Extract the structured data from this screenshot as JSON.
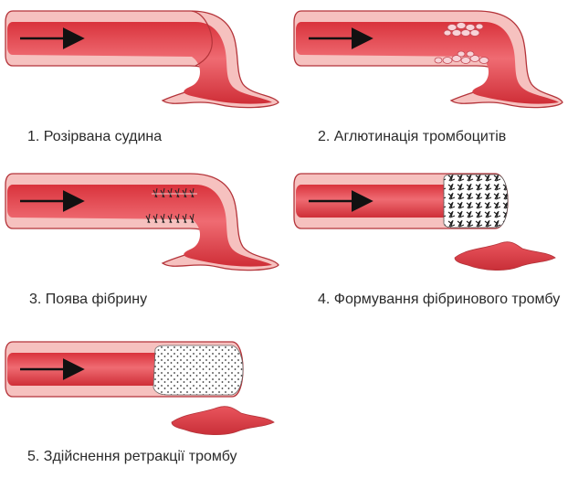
{
  "steps": [
    {
      "label": "1. Розірвана судина",
      "stage": "ruptured-vessel"
    },
    {
      "label": "2. Аглютинація тромбоцитів",
      "stage": "platelet-agglutination"
    },
    {
      "label": "3. Поява фібрину",
      "stage": "fibrin-appearance"
    },
    {
      "label": "4. Формування фібринового тромбу",
      "stage": "fibrin-clot-formation"
    },
    {
      "label": "5. Здійснення ретракції тромбу",
      "stage": "clot-retraction"
    }
  ],
  "colors": {
    "vessel_wall": "#f7c4c2",
    "vessel_wall_outline": "#b4343a",
    "lumen": "#e3474f",
    "lumen_light": "#ee6f75",
    "blood": "#e0434c",
    "arrow": "#111111",
    "platelet": "#f9d7dc",
    "clot": "#ffffff"
  }
}
